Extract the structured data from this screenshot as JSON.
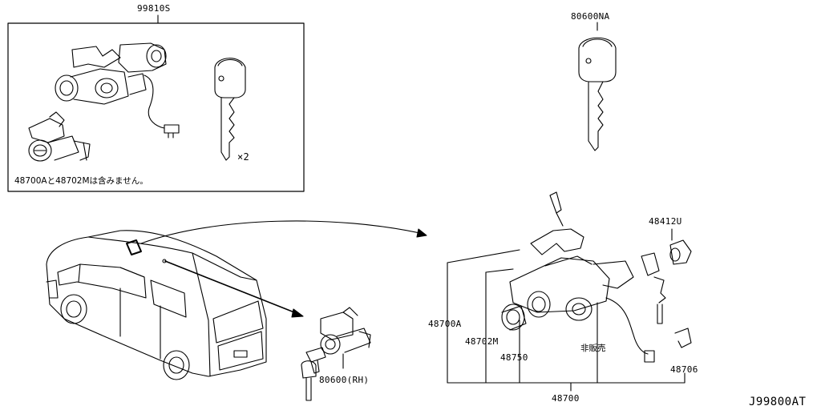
{
  "kit_part": "99810S",
  "kit_note": "48700Aと48702Mは含みません。",
  "key_quantity": "×2",
  "blank_key_part": "80600NA",
  "lock_labels": {
    "cover": "48412U",
    "lock_set": "48700A",
    "ignition_cylinder": "48702M",
    "ring": "48750",
    "not_sold": "非販売",
    "bracket": "48706",
    "assembly": "48700",
    "door_lock": "80600(RH)"
  },
  "drawing_code": "J99800AT"
}
